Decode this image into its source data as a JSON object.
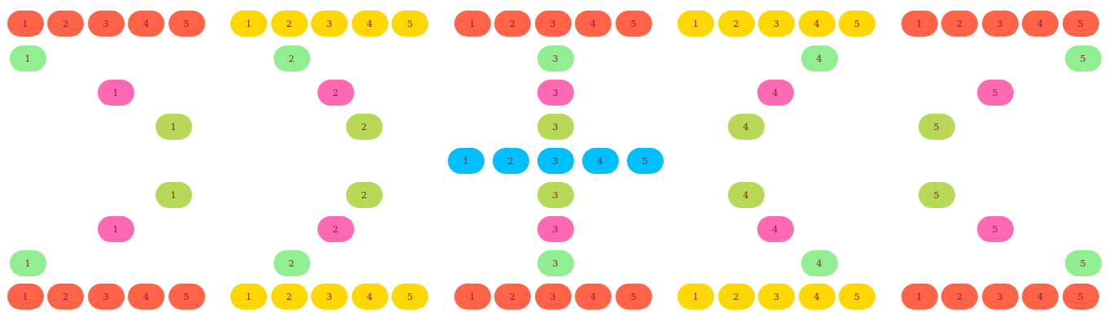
{
  "colors": {
    "tomato": "#ff6347",
    "gold": "#ffd700",
    "lightgreen": "#90ee90",
    "hotpink": "#ff69b4",
    "yellowgreen": "#b8d957",
    "deepskyblue": "#00bfff",
    "text": "#8a1a3a"
  },
  "border_rows": [
    {
      "name": "top",
      "labels": [
        "1",
        "2",
        "3",
        "4",
        "5",
        "1",
        "2",
        "3",
        "4",
        "5",
        "1",
        "2",
        "3",
        "4",
        "5",
        "1",
        "2",
        "3",
        "4",
        "5",
        "1",
        "2",
        "3",
        "4",
        "5"
      ]
    },
    {
      "name": "bottom",
      "labels": [
        "1",
        "2",
        "3",
        "4",
        "5",
        "1",
        "2",
        "3",
        "4",
        "5",
        "1",
        "2",
        "3",
        "4",
        "5",
        "1",
        "2",
        "3",
        "4",
        "5",
        "1",
        "2",
        "3",
        "4",
        "5"
      ]
    }
  ],
  "interior_rows": [
    {
      "color": "lightgreen",
      "labels": [
        "1",
        "2",
        "3",
        "4",
        "5"
      ]
    },
    {
      "color": "hotpink",
      "labels": [
        "1",
        "2",
        "3",
        "4",
        "5"
      ]
    },
    {
      "color": "yellowgreen",
      "labels": [
        "1",
        "2",
        "3",
        "4",
        "5"
      ]
    },
    {
      "color": "deepskyblue",
      "labels": [
        "1",
        "2",
        "3",
        "4",
        "5"
      ]
    },
    {
      "color": "yellowgreen",
      "labels": [
        "1",
        "2",
        "3",
        "4",
        "5"
      ]
    },
    {
      "color": "hotpink",
      "labels": [
        "1",
        "2",
        "3",
        "4",
        "5"
      ]
    },
    {
      "color": "lightgreen",
      "labels": [
        "1",
        "2",
        "3",
        "4",
        "5"
      ]
    }
  ]
}
